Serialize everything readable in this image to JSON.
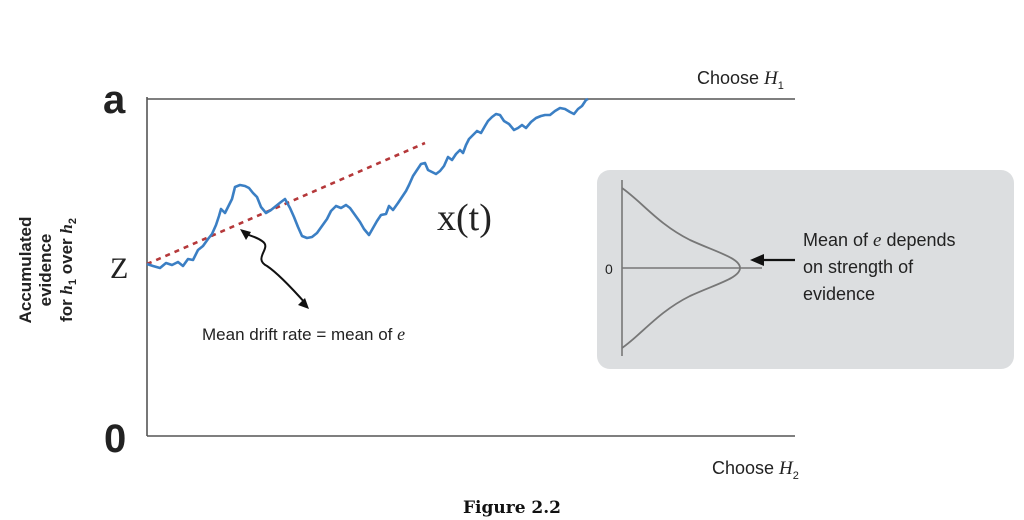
{
  "labels": {
    "upper_bound": "a",
    "lower_bound": "0",
    "start_point": "Z",
    "process": "x(t)",
    "choose_h1_prefix": "Choose ",
    "choose_h1_var": "H",
    "choose_h1_sub": "1",
    "choose_h2_prefix": "Choose ",
    "choose_h2_var": "H",
    "choose_h2_sub": "2",
    "y_axis_line1": "Accumulated",
    "y_axis_line2": "evidence",
    "y_axis_line3_prefix": "for ",
    "y_axis_line3_var1": "h",
    "y_axis_line3_sub1": "1",
    "y_axis_line3_mid": " over ",
    "y_axis_line3_var2": "h",
    "y_axis_line3_sub2": "2",
    "drift_prefix": "Mean drift rate = mean of ",
    "drift_var": "e",
    "inset_zero": "0",
    "inset_line1_prefix": "Mean of ",
    "inset_line1_var": "e",
    "inset_line1_suffix": " depends",
    "inset_line2": "on strength of",
    "inset_line3": "evidence"
  },
  "caption": "Figure 2.2",
  "colors": {
    "path": "#3b7fc4",
    "drift_line": "#b5383a",
    "axis": "#555555",
    "inset_bg": "#dcdee0",
    "distribution": "#777777"
  }
}
